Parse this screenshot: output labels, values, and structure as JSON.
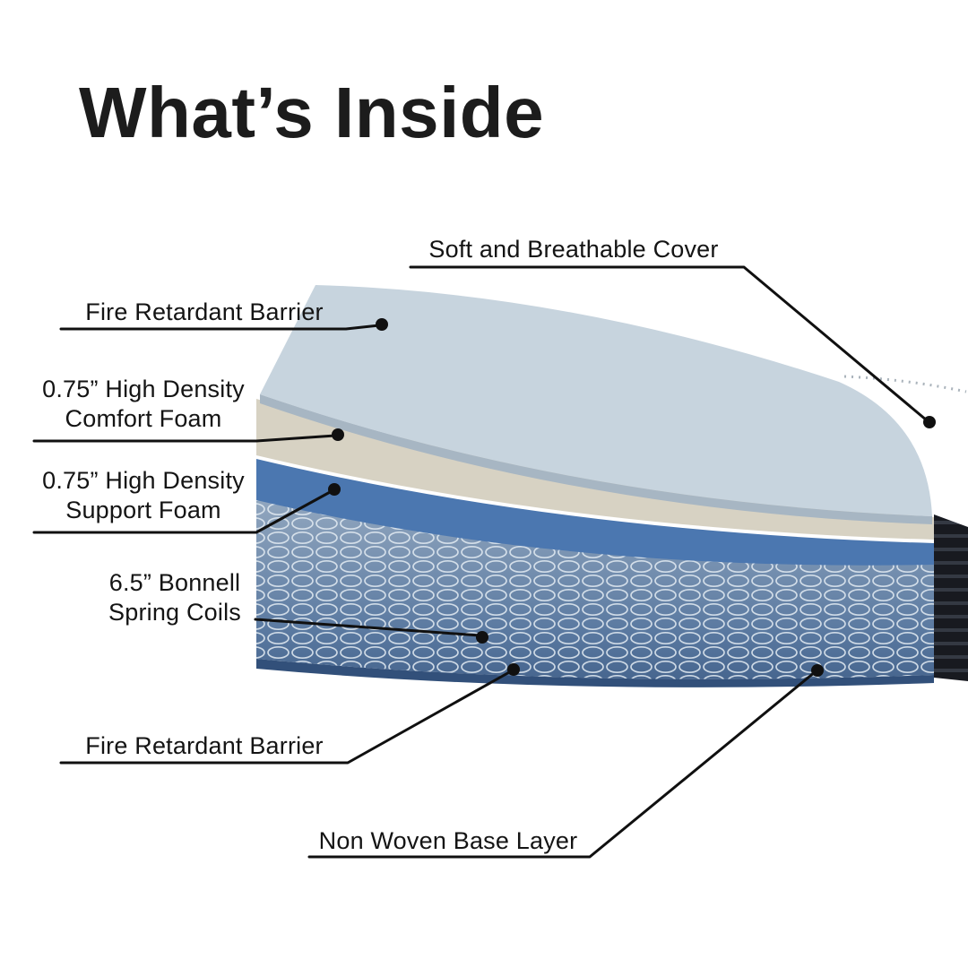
{
  "title": "What’s Inside",
  "callouts": {
    "cover": "Soft and Breathable Cover",
    "fire_top": "Fire Retardant Barrier",
    "comfort_foam": "0.75” High Density Comfort Foam",
    "support_foam": "0.75” High Density Support Foam",
    "spring_coils": "6.5” Bonnell Spring Coils",
    "fire_bottom": "Fire Retardant Barrier",
    "base_layer": "Non Woven Base Layer"
  },
  "colors": {
    "sheet": "#c7d4de",
    "sheet_edge": "#a7b6c3",
    "comfort_foam": "#d7d2c3",
    "support_foam": "#4b77b0",
    "coil_rim": "#32507a",
    "callout": "#101010"
  }
}
